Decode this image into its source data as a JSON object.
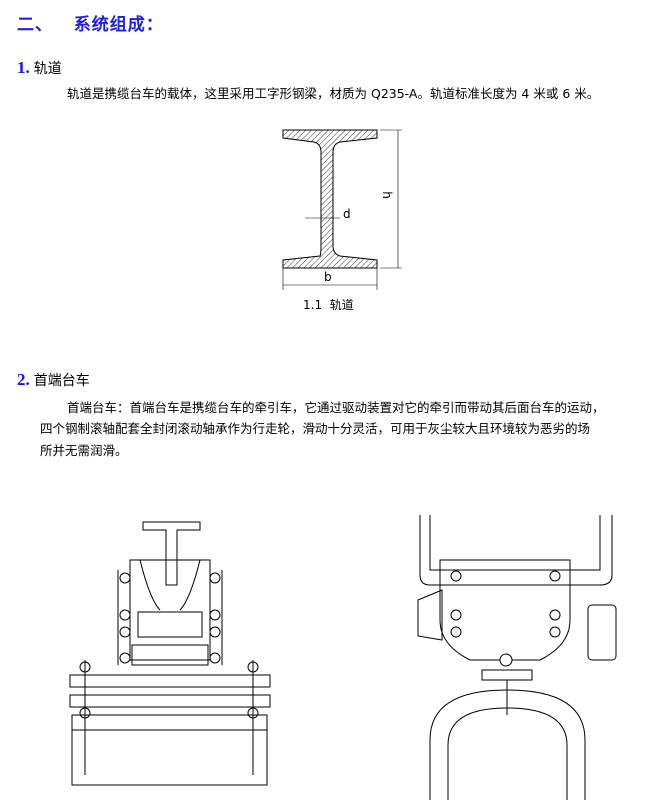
{
  "heading": {
    "index": "二、",
    "title": "系统组成："
  },
  "sections": [
    {
      "num": "1.",
      "title": "轨道",
      "text": "轨道是携缆台车的载体，这里采用工字形钢梁，材质为 Q235-A。轨道标准长度为 4 米或 6 米。",
      "figure": {
        "caption": "1.1  轨道",
        "labels": {
          "height": "h",
          "web": "d",
          "width": "b"
        }
      }
    },
    {
      "num": "2.",
      "title": "首端台车",
      "text_lines": [
        "首端台车：首端台车是携缆台车的牵引车，它通过驱动装置对它的牵引而带动其后面台车的运动，",
        "四个钢制滚轴配套全封闭滚动轴承作为行走轮，滑动十分灵活，可用于灰尘较大且环境较为恶劣的场",
        "所并无需润滑。"
      ]
    }
  ]
}
